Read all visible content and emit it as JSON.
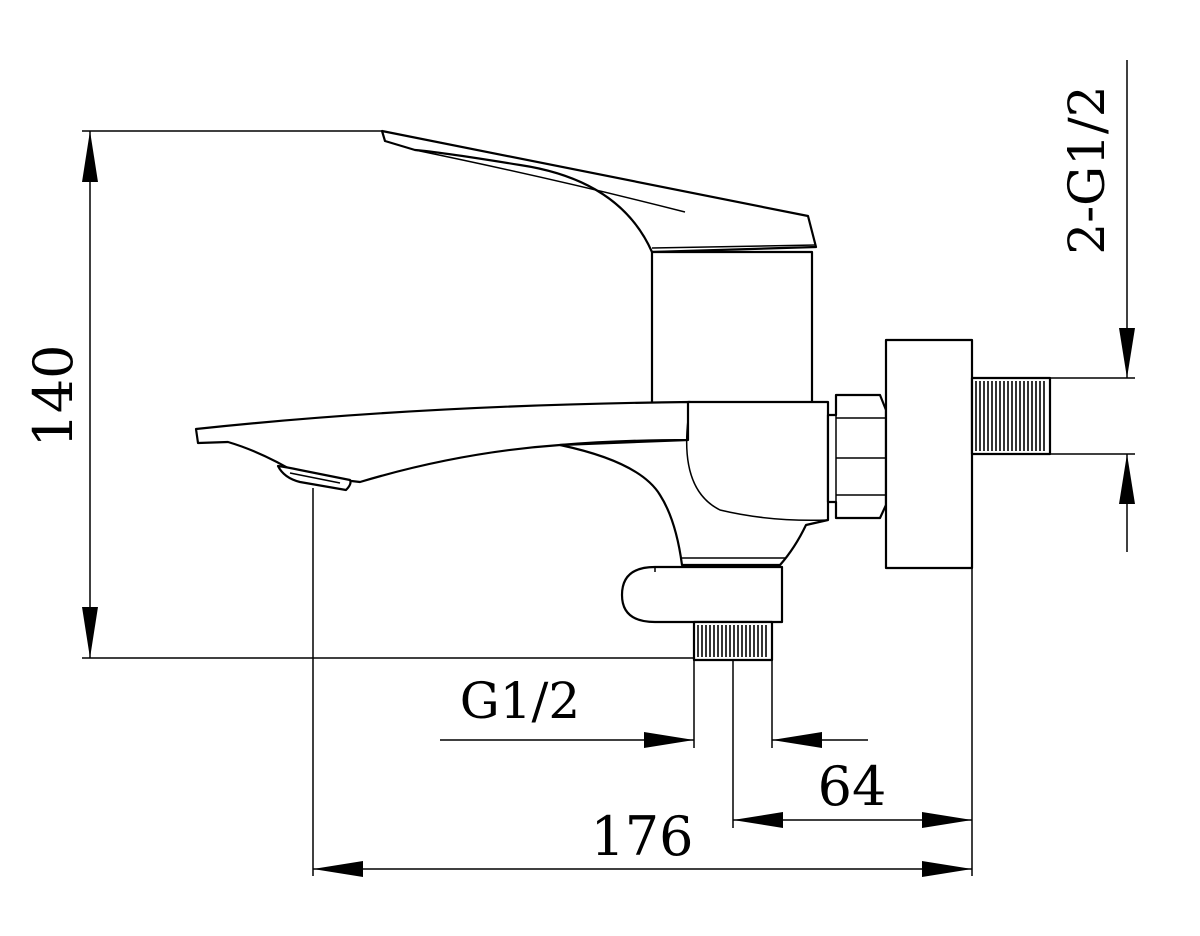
{
  "dimensions": {
    "height": "140",
    "inlet_thread": "2-G1/2",
    "outlet_thread": "G1/2",
    "outlet_offset": "64",
    "spout_reach": "176"
  },
  "colors": {
    "line": "#000000",
    "background": "#ffffff"
  }
}
